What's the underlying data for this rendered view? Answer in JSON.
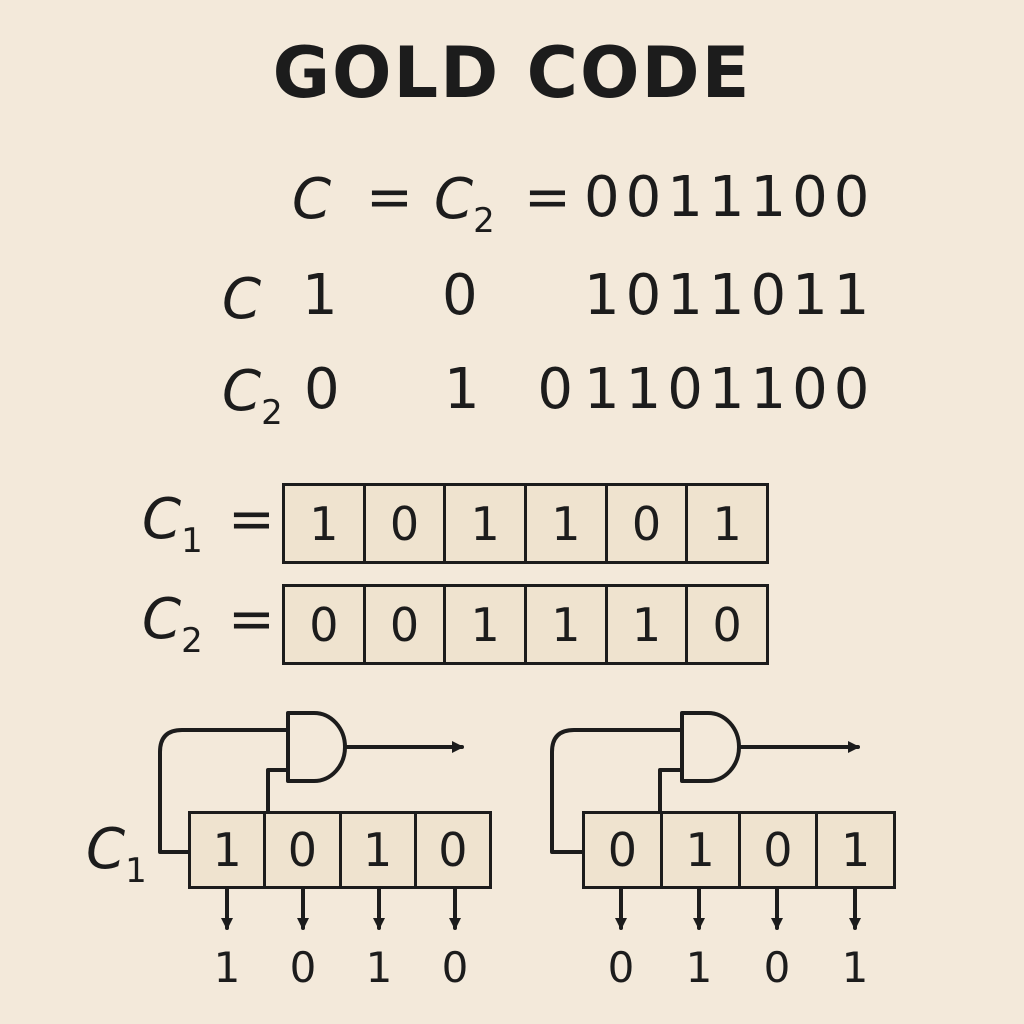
{
  "title": "GOLD CODE",
  "equations": {
    "row1": {
      "var": "C",
      "eq1": "=",
      "var2": "C",
      "var2_sub": "2",
      "eq2": "=",
      "bits": "0011100"
    },
    "row2": {
      "var": "C",
      "b1": "1",
      "b2": "0",
      "bits": "1011011"
    },
    "row3": {
      "var": "C",
      "var_sub": "2",
      "b1": "0",
      "b2": "1 0",
      "bits": "1101100"
    }
  },
  "registers": {
    "c1": {
      "var": "C",
      "sub": "1",
      "eq": "=",
      "cells": [
        "1",
        "0",
        "1",
        "1",
        "0",
        "1"
      ]
    },
    "c2": {
      "var": "C",
      "sub": "2",
      "eq": "=",
      "cells": [
        "0",
        "0",
        "1",
        "1",
        "1",
        "0"
      ]
    }
  },
  "lfsr_left": {
    "label": "C",
    "label_sub": "1",
    "cells": [
      "1",
      "0",
      "1",
      "0"
    ],
    "outputs": [
      "1",
      "0",
      "1",
      "0"
    ]
  },
  "lfsr_right": {
    "cells": [
      "0",
      "1",
      "0",
      "1"
    ],
    "outputs": [
      "0",
      "1",
      "0",
      "1"
    ]
  }
}
